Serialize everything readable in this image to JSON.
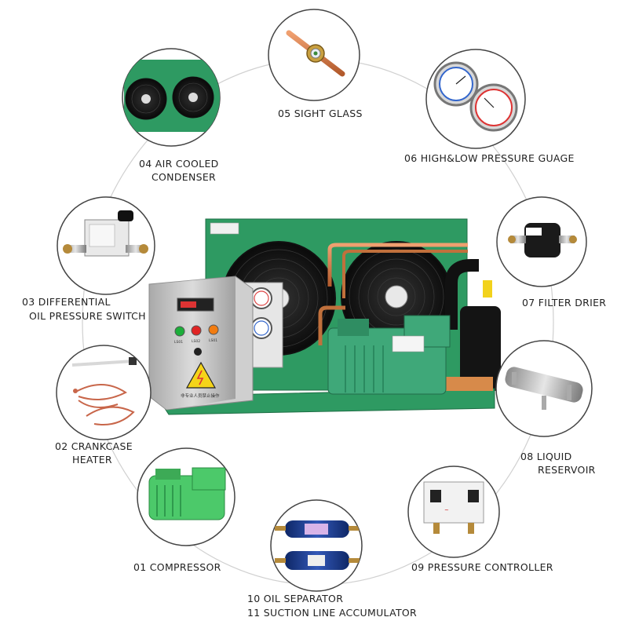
{
  "labels": {
    "sight_glass": "05 SIGHT GLASS",
    "air_cooled_l1": "04 AIR COOLED",
    "air_cooled_l2": "CONDENSER",
    "pressure_gauge": "06 HIGH&LOW PRESSURE GUAGE",
    "diff_l1": "03 DIFFERENTIAL",
    "diff_l2": "OIL PRESSURE SWITCH",
    "filter_drier": "07 FILTER DRIER",
    "crankcase_l1": "02 CRANKCASE",
    "crankcase_l2": "HEATER",
    "liquid_l1": "08 LIQUID",
    "liquid_l2": "RESERVOIR",
    "compressor": "01 COMPRESSOR",
    "pressure_controller": "09 PRESSURE CONTROLLER",
    "oil_separator": "10 OIL SEPARATOR",
    "suction_accumulator": "11 SUCTION LINE ACCUMULATOR"
  },
  "unit_panel": {
    "warning_text": "非专业人员禁止操作",
    "lamp_labels": [
      "LS01",
      "LS02",
      "LS01"
    ]
  },
  "colors": {
    "unit_green": "#2e9a62",
    "compressor_green": "#3fa879",
    "circle_outline": "#444444",
    "ring_line": "#cfcfcf"
  }
}
